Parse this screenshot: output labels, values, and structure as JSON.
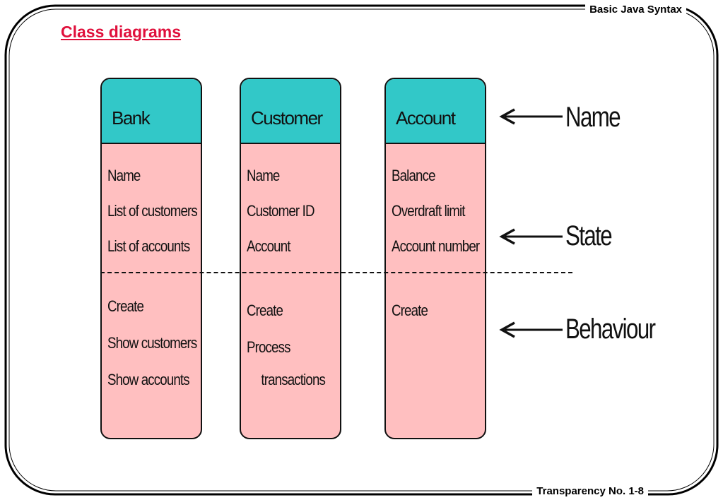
{
  "header": {
    "title": "Basic Java Syntax"
  },
  "slide": {
    "title": "Class diagrams"
  },
  "footer": {
    "text": "Transparency No. 1-8"
  },
  "classes": [
    {
      "name": "Bank",
      "attributes": [
        "Name",
        "List of customers",
        "List of accounts"
      ],
      "operations": [
        "Create",
        "Show customers",
        "Show accounts"
      ]
    },
    {
      "name": "Customer",
      "attributes": [
        "Name",
        "Customer ID",
        "Account"
      ],
      "operations": [
        "Create",
        "Process",
        "transactions"
      ]
    },
    {
      "name": "Account",
      "attributes": [
        "Balance",
        "Overdraft limit",
        "Account number"
      ],
      "operations": [
        "Create"
      ]
    }
  ],
  "labels": {
    "name": "Name",
    "state": "State",
    "behaviour": "Behaviour"
  },
  "colors": {
    "title": "#e0103c",
    "class_header": "#32c8c8",
    "class_body": "#ffbfc0",
    "border": "#111111"
  }
}
